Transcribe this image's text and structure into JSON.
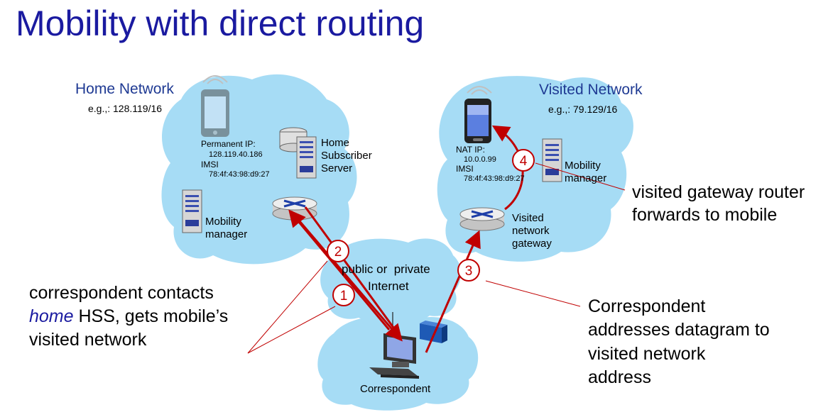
{
  "title": "Mobility with direct routing",
  "home": {
    "name": "Home Network",
    "prefix": "e.g.,: 128.119/16",
    "permanent_ip_label": "Permanent IP:",
    "permanent_ip": "128.119.40.186",
    "imsi_label": "IMSI",
    "imsi": "78:4f:43:98:d9:27",
    "hss_lines": [
      "Home",
      "Subscriber",
      "Server"
    ],
    "mm_lines": [
      "Mobility",
      "manager"
    ]
  },
  "visited": {
    "name": "Visited Network",
    "prefix": "e.g.,: 79.129/16",
    "nat_ip_label": "NAT IP:",
    "nat_ip": "10.0.0.99",
    "imsi_label": "IMSI",
    "imsi": "78:4f:43:98:d9:27",
    "mm_lines": [
      "Mobility",
      "manager"
    ],
    "gw_lines": [
      "Visited",
      "network",
      "gateway"
    ]
  },
  "internet_lines": [
    "public or  private",
    "Internet"
  ],
  "correspondent": "Correspondent",
  "steps": [
    "1",
    "2",
    "3",
    "4"
  ],
  "annotations": {
    "left": {
      "line1": "correspondent contacts",
      "home_word": "home",
      "line2_rest": " HSS, gets mobile’s",
      "line3": "visited network"
    },
    "right_top": [
      "visited gateway router",
      "forwards to mobile"
    ],
    "right_bottom": [
      "Correspondent",
      "addresses datagram to",
      "visited network",
      "address"
    ]
  },
  "colors": {
    "title": "#1a1aa0",
    "cloud": "#a6dcf5",
    "arrow": "#c00000",
    "network_name": "#1f3a93"
  }
}
